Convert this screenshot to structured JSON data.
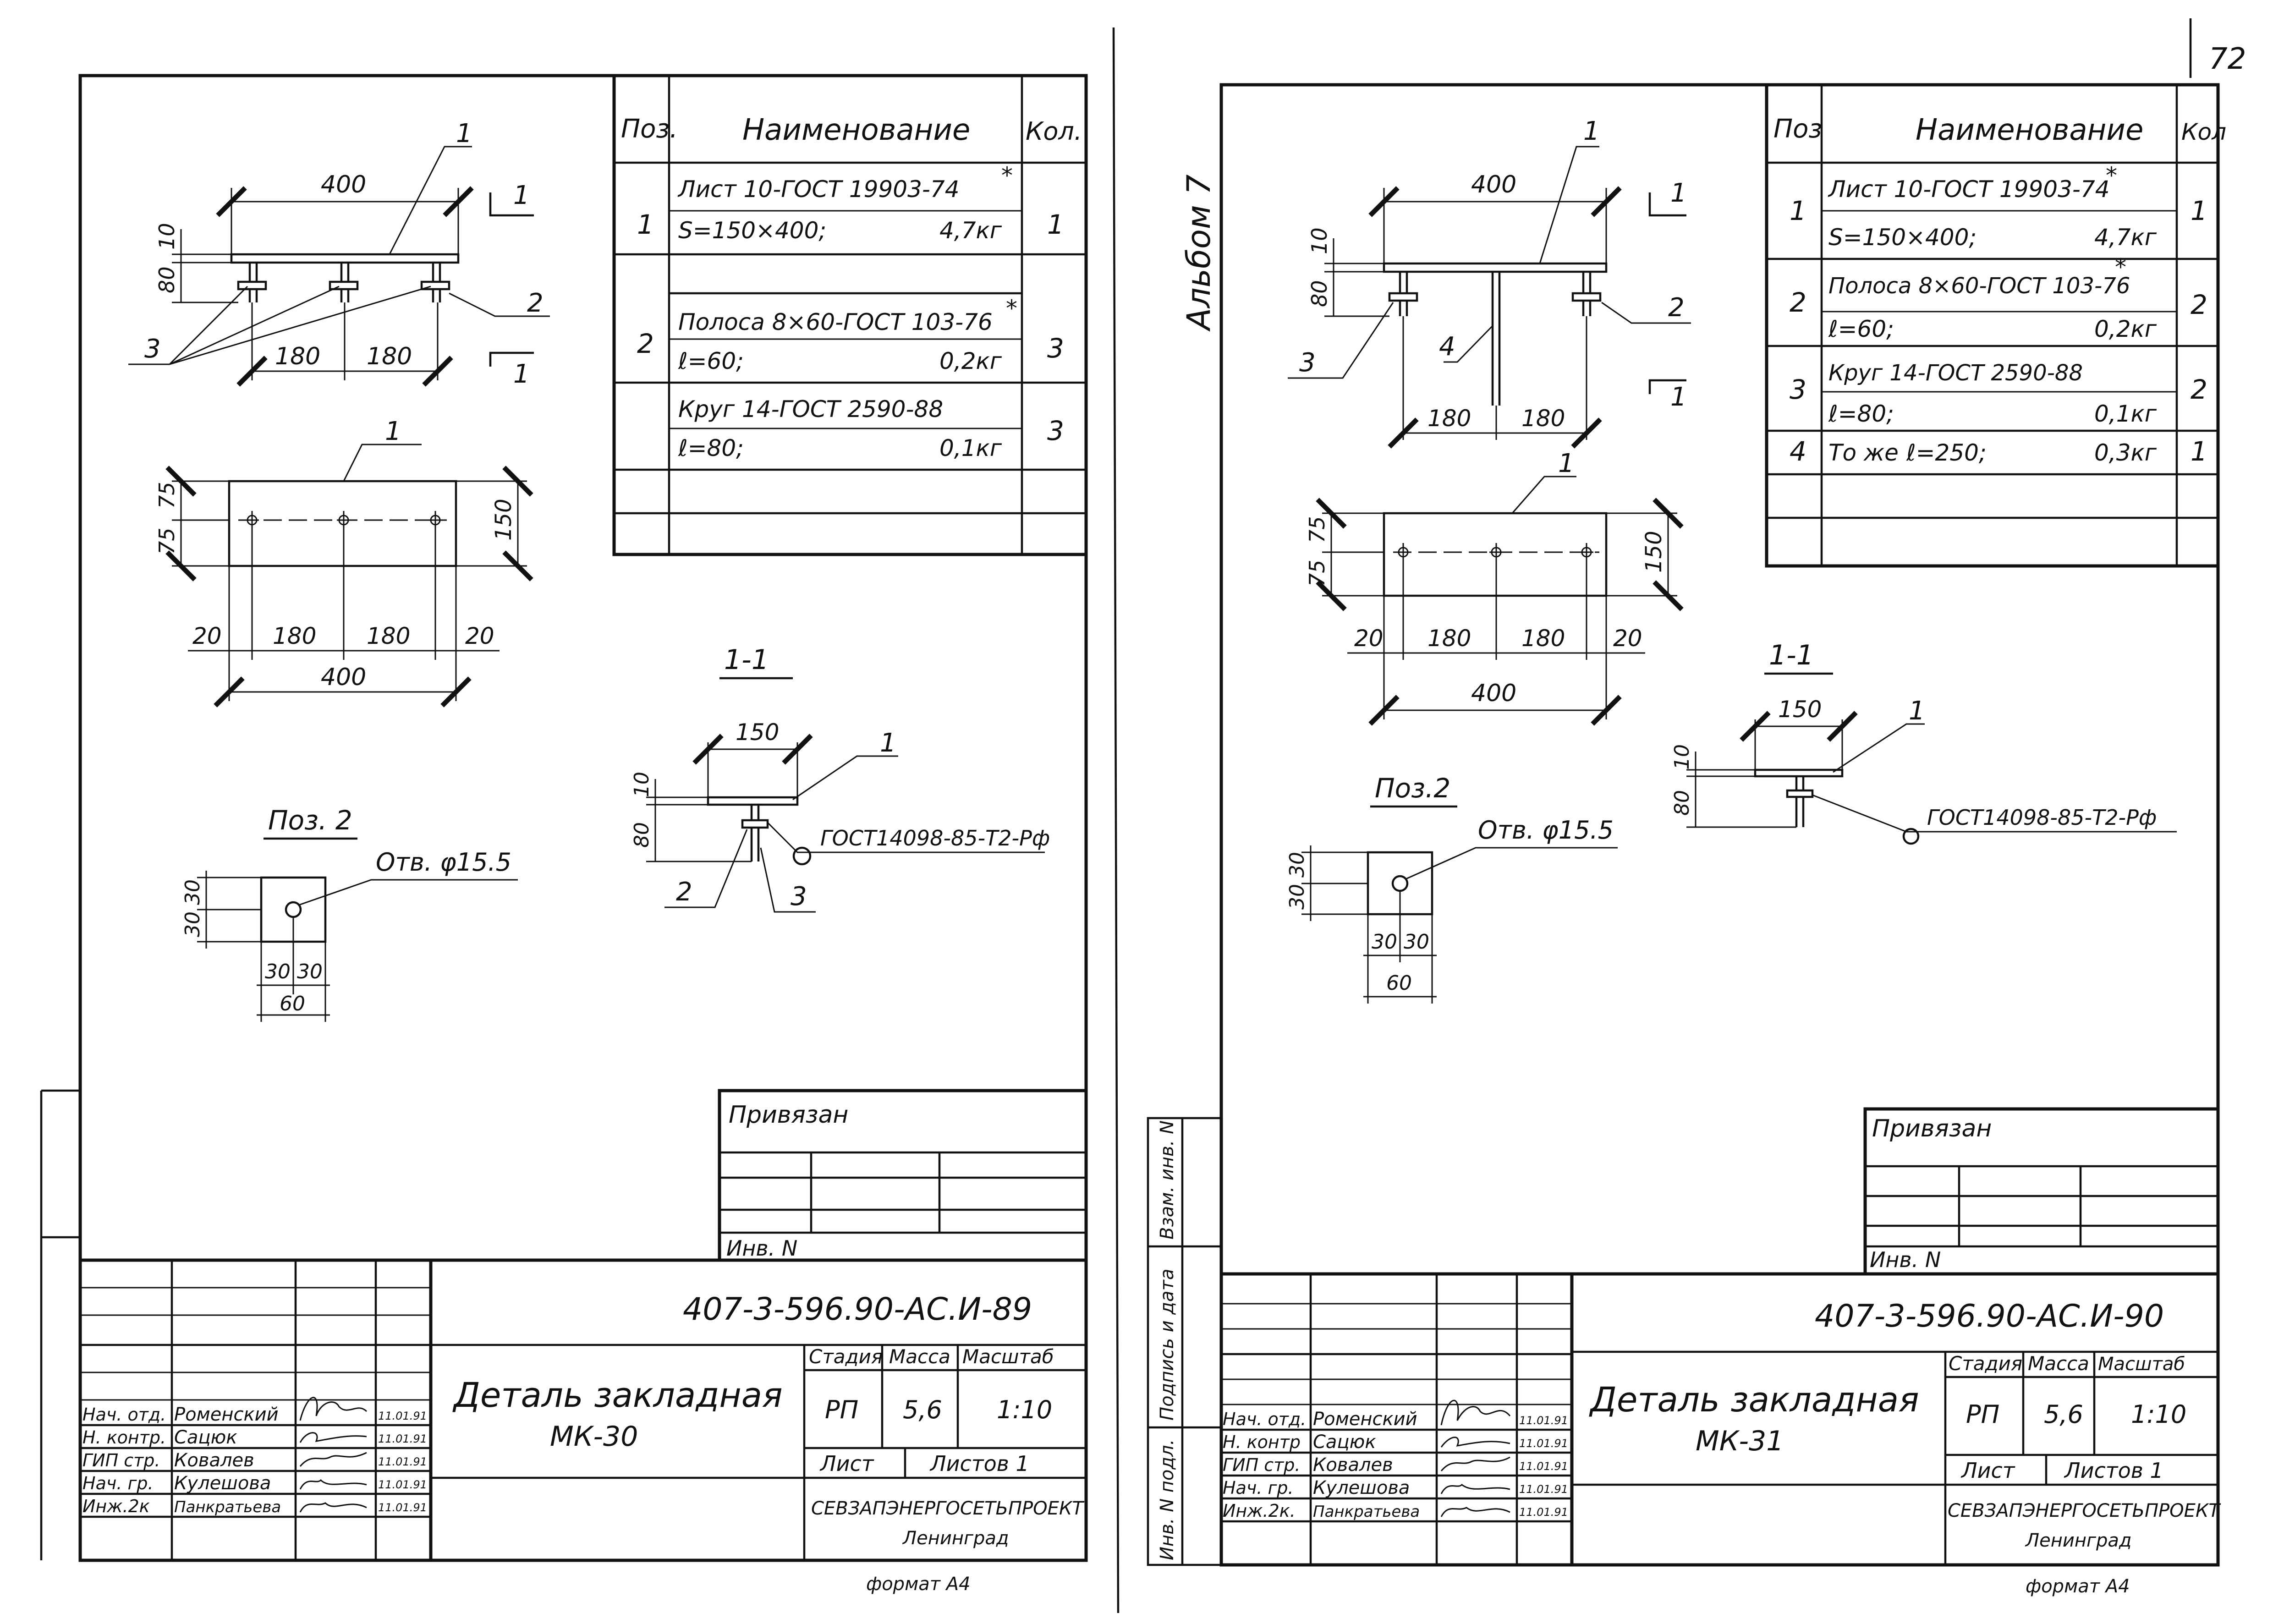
{
  "page": {
    "number": "72",
    "album_label": "Альбом 7",
    "format_labels": [
      "формат А4",
      "формат А4"
    ]
  },
  "sheets": [
    {
      "spec_header": {
        "pos": "Поз.",
        "name": "Наименование",
        "qty": "Кол."
      },
      "spec_rows": [
        {
          "pos": "1",
          "name": "Лист 10-ГОСТ 19903-74",
          "star": "*",
          "detail": "S=150×400;",
          "mass": "4,7кг",
          "qty": "1"
        },
        {
          "pos": "2",
          "name": "Полоса 8×60-ГОСТ 103-76",
          "star": "*",
          "detail": "ℓ=60;",
          "mass": "0,2кг",
          "qty": "3"
        },
        {
          "pos": "",
          "name": "Круг 14-ГОСТ 2590-88",
          "star": "",
          "detail": "ℓ=80;",
          "mass": "0,1кг",
          "qty": "3"
        }
      ],
      "plan_dims": {
        "d400": "400",
        "d10": "10",
        "d80": "80",
        "d180a": "180",
        "d180b": "180",
        "cut": "1"
      },
      "leaders": {
        "l1": "1",
        "l2": "2",
        "l3": "3"
      },
      "top_dims": {
        "d75a": "75",
        "d75b": "75",
        "d150": "150",
        "d20a": "20",
        "d180a": "180",
        "d180b": "180",
        "d20b": "20",
        "d400": "400",
        "l1": "1"
      },
      "section": {
        "title": "1-1",
        "d150": "150",
        "d10": "10",
        "d80": "80",
        "l1": "1",
        "l2": "2",
        "l3": "3",
        "weld": "ГОСТ14098-85-Т2-Рф"
      },
      "poz2": {
        "title": "Поз. 2",
        "hole": "Отв. φ15.5",
        "d30a": "30",
        "d30b": "30",
        "d30c": "30",
        "d30d": "30",
        "d60": "60"
      },
      "stamp": {
        "privyazan": "Привязан",
        "inv": "Инв. N",
        "code": "407-3-596.90-АС.И-89",
        "title": "Деталь закладная",
        "mark": "МК-30",
        "stadia_h": "Стадия",
        "massa_h": "Масса",
        "masshtab_h": "Масштаб",
        "stadia": "РП",
        "massa": "5,6",
        "masshtab": "1:10",
        "list_h": "Лист",
        "listov_h": "Листов 1",
        "org": "СЕВЗАПЭНЕРГОСЕТЬПРОЕКТ",
        "city": "Ленинград",
        "staff": [
          {
            "role": "Нач. отд.",
            "name": "Роменский",
            "date": "11.01.91"
          },
          {
            "role": "Н. контр.",
            "name": "Сацюк",
            "date": "11.01.91"
          },
          {
            "role": "ГИП стр.",
            "name": "Ковалев",
            "date": "11.01.91"
          },
          {
            "role": "Нач. гр.",
            "name": "Кулешова",
            "date": "11.01.91"
          },
          {
            "role": "Инж.2к",
            "name": "Панкратьева",
            "date": "11.01.91"
          }
        ]
      }
    },
    {
      "spec_header": {
        "pos": "Поз",
        "name": "Наименование",
        "qty": "Кол"
      },
      "spec_rows": [
        {
          "pos": "1",
          "name": "Лист 10-ГОСТ 19903-74",
          "star": "*",
          "detail": "S=150×400;",
          "mass": "4,7кг",
          "qty": "1"
        },
        {
          "pos": "2",
          "name": "Полоса 8×60-ГОСТ 103-76",
          "star": "*",
          "detail": "ℓ=60;",
          "mass": "0,2кг",
          "qty": "2"
        },
        {
          "pos": "3",
          "name": "Круг 14-ГОСТ 2590-88",
          "star": "",
          "detail": "ℓ=80;",
          "mass": "0,1кг",
          "qty": "2"
        },
        {
          "pos": "4",
          "name": "То же",
          "star": "",
          "detail": "ℓ=250;",
          "mass": "0,3кг",
          "qty": "1"
        }
      ],
      "plan_dims": {
        "d400": "400",
        "d10": "10",
        "d80": "80",
        "d180a": "180",
        "d180b": "180",
        "cut": "1"
      },
      "leaders": {
        "l1": "1",
        "l2": "2",
        "l3": "3",
        "l4": "4"
      },
      "top_dims": {
        "d75a": "75",
        "d75b": "75",
        "d150": "150",
        "d20a": "20",
        "d180a": "180",
        "d180b": "180",
        "d20b": "20",
        "d400": "400",
        "l1": "1"
      },
      "section": {
        "title": "1-1",
        "d150": "150",
        "d10": "10",
        "d80": "80",
        "l1": "1",
        "weld": "ГОСТ14098-85-Т2-Рф"
      },
      "poz2": {
        "title": "Поз.2",
        "hole": "Отв. φ15.5",
        "d30a": "30",
        "d30b": "30",
        "d30c": "30",
        "d30d": "30",
        "d60": "60"
      },
      "stamp": {
        "privyazan": "Привязан",
        "inv": "Инв. N",
        "code": "407-3-596.90-АС.И-90",
        "title": "Деталь закладная",
        "mark": "МК-31",
        "stadia_h": "Стадия",
        "massa_h": "Масса",
        "masshtab_h": "Масштаб",
        "stadia": "РП",
        "massa": "5,6",
        "masshtab": "1:10",
        "list_h": "Лист",
        "listov_h": "Листов 1",
        "org": "СЕВЗАПЭНЕРГОСЕТЬПРОЕКТ",
        "city": "Ленинград",
        "staff": [
          {
            "role": "Нач. отд.",
            "name": "Роменский",
            "date": "11.01.91"
          },
          {
            "role": "Н. контр",
            "name": "Сацюк",
            "date": "11.01.91"
          },
          {
            "role": "ГИП стр.",
            "name": "Ковалев",
            "date": "11.01.91"
          },
          {
            "role": "Нач. гр.",
            "name": "Кулешова",
            "date": "11.01.91"
          },
          {
            "role": "Инж.2к.",
            "name": "Панкратьева",
            "date": "11.01.91"
          }
        ]
      },
      "side_labels": {
        "vzam": "Взам. инв. N",
        "podp": "Подпись и дата",
        "inv_podl": "Инв. N подл."
      }
    }
  ]
}
